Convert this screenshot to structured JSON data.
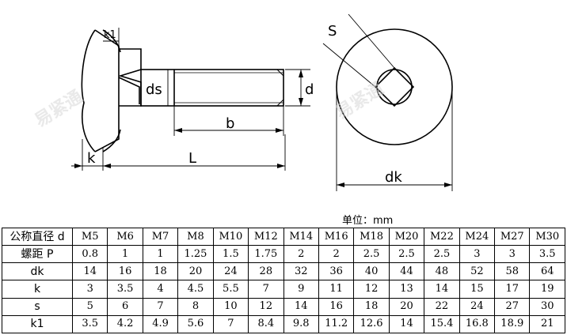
{
  "drawing": {
    "labels": {
      "k1": "k1",
      "ds": "ds",
      "d": "d",
      "b": "b",
      "k": "k",
      "L": "L",
      "S": "S",
      "dk": "dk"
    }
  },
  "table": {
    "unit_label": "单位：mm",
    "header": {
      "label": "公称直径 d",
      "values": [
        "M5",
        "M6",
        "M7",
        "M8",
        "M10",
        "M12",
        "M14",
        "M16",
        "M18",
        "M20",
        "M22",
        "M24",
        "M27",
        "M30"
      ]
    },
    "rows": [
      {
        "label": "螺距 P",
        "values": [
          "0.8",
          "1",
          "1",
          "1.25",
          "1.5",
          "1.75",
          "2",
          "2",
          "2.5",
          "2.5",
          "2.5",
          "3",
          "3",
          "3.5"
        ]
      },
      {
        "label": "dk",
        "values": [
          "14",
          "16",
          "18",
          "20",
          "24",
          "28",
          "32",
          "36",
          "40",
          "44",
          "48",
          "52",
          "58",
          "64"
        ]
      },
      {
        "label": "k",
        "values": [
          "3",
          "3.5",
          "4",
          "4.5",
          "5.5",
          "7",
          "9",
          "11",
          "12",
          "13",
          "14",
          "15",
          "17",
          "19"
        ]
      },
      {
        "label": "s",
        "values": [
          "5",
          "6",
          "7",
          "8",
          "10",
          "12",
          "14",
          "16",
          "18",
          "20",
          "22",
          "24",
          "27",
          "30"
        ]
      },
      {
        "label": "k1",
        "values": [
          "3.5",
          "4.2",
          "4.9",
          "5.6",
          "7",
          "8.4",
          "9.8",
          "11.2",
          "12.6",
          "14",
          "15.4",
          "16.8",
          "18.9",
          "21"
        ]
      }
    ]
  },
  "watermark": "易紧通",
  "colors": {
    "line": "#000000",
    "watermark": "#d8d8d8"
  }
}
